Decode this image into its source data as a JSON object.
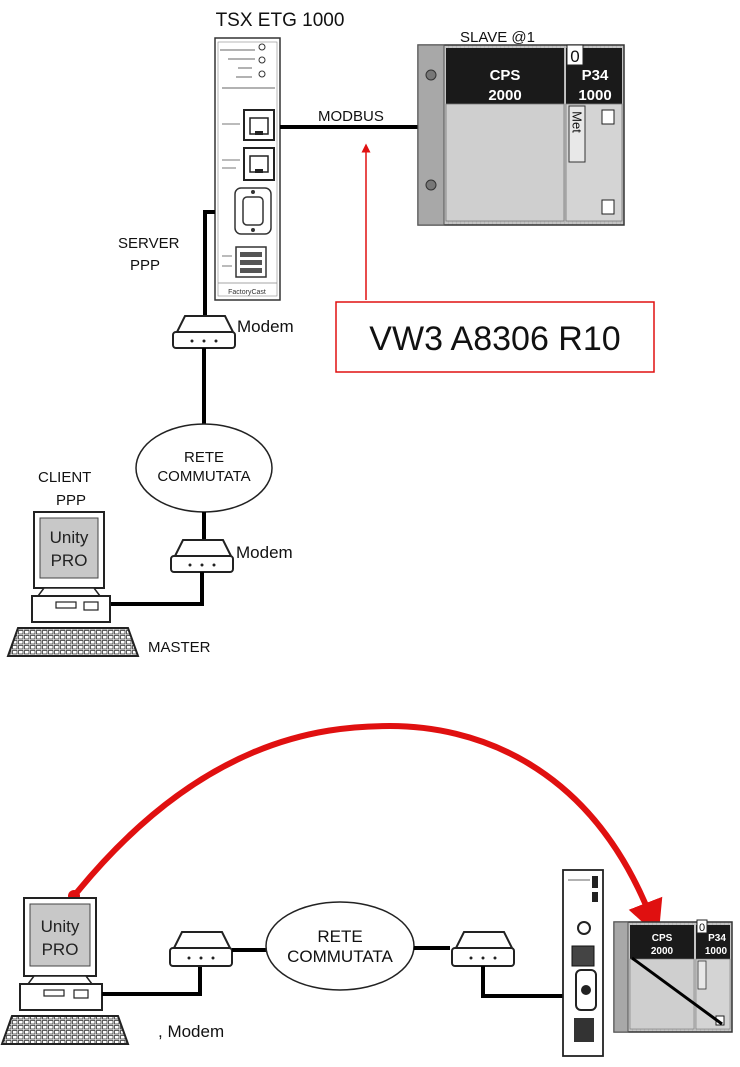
{
  "top": {
    "gateway_title": "TSX ETG 1000",
    "gateway_brand": "FactoryCast",
    "slave_label": "SLAVE @1",
    "rack_slot_number": "0",
    "cps_line1": "CPS",
    "cps_line2": "2000",
    "cpu_line1": "P34",
    "cpu_line2": "1000",
    "cpu_vertical": "Met",
    "modbus_label": "MODBUS",
    "cable_ref": "VW3 A8306 R10",
    "server_line1": "SERVER",
    "server_line2": "PPP",
    "modem_top": "Modem",
    "network_line1": "RETE",
    "network_line2": "COMMUTATA",
    "modem_bottom": "Modem",
    "client_line1": "CLIENT",
    "client_line2": "PPP",
    "pc_screen_line1": "Unity",
    "pc_screen_line2": "PRO",
    "master_label": "MASTER"
  },
  "bottom": {
    "pc_screen_line1": "Unity",
    "pc_screen_line2": "PRO",
    "network_line1": "RETE",
    "network_line2": "COMMUTATA",
    "modem_label": ", Modem",
    "rack_slot_number": "0",
    "cps_line1": "CPS",
    "cps_line2": "2000",
    "cpu_line1": "P34",
    "cpu_line2": "1000"
  },
  "colors": {
    "highlight_red": "#e01010",
    "cable_black": "#000000",
    "rack_dark": "#1a1a1a",
    "rack_grey": "#b8b8b8",
    "screen_grey": "#c8c8c8"
  }
}
